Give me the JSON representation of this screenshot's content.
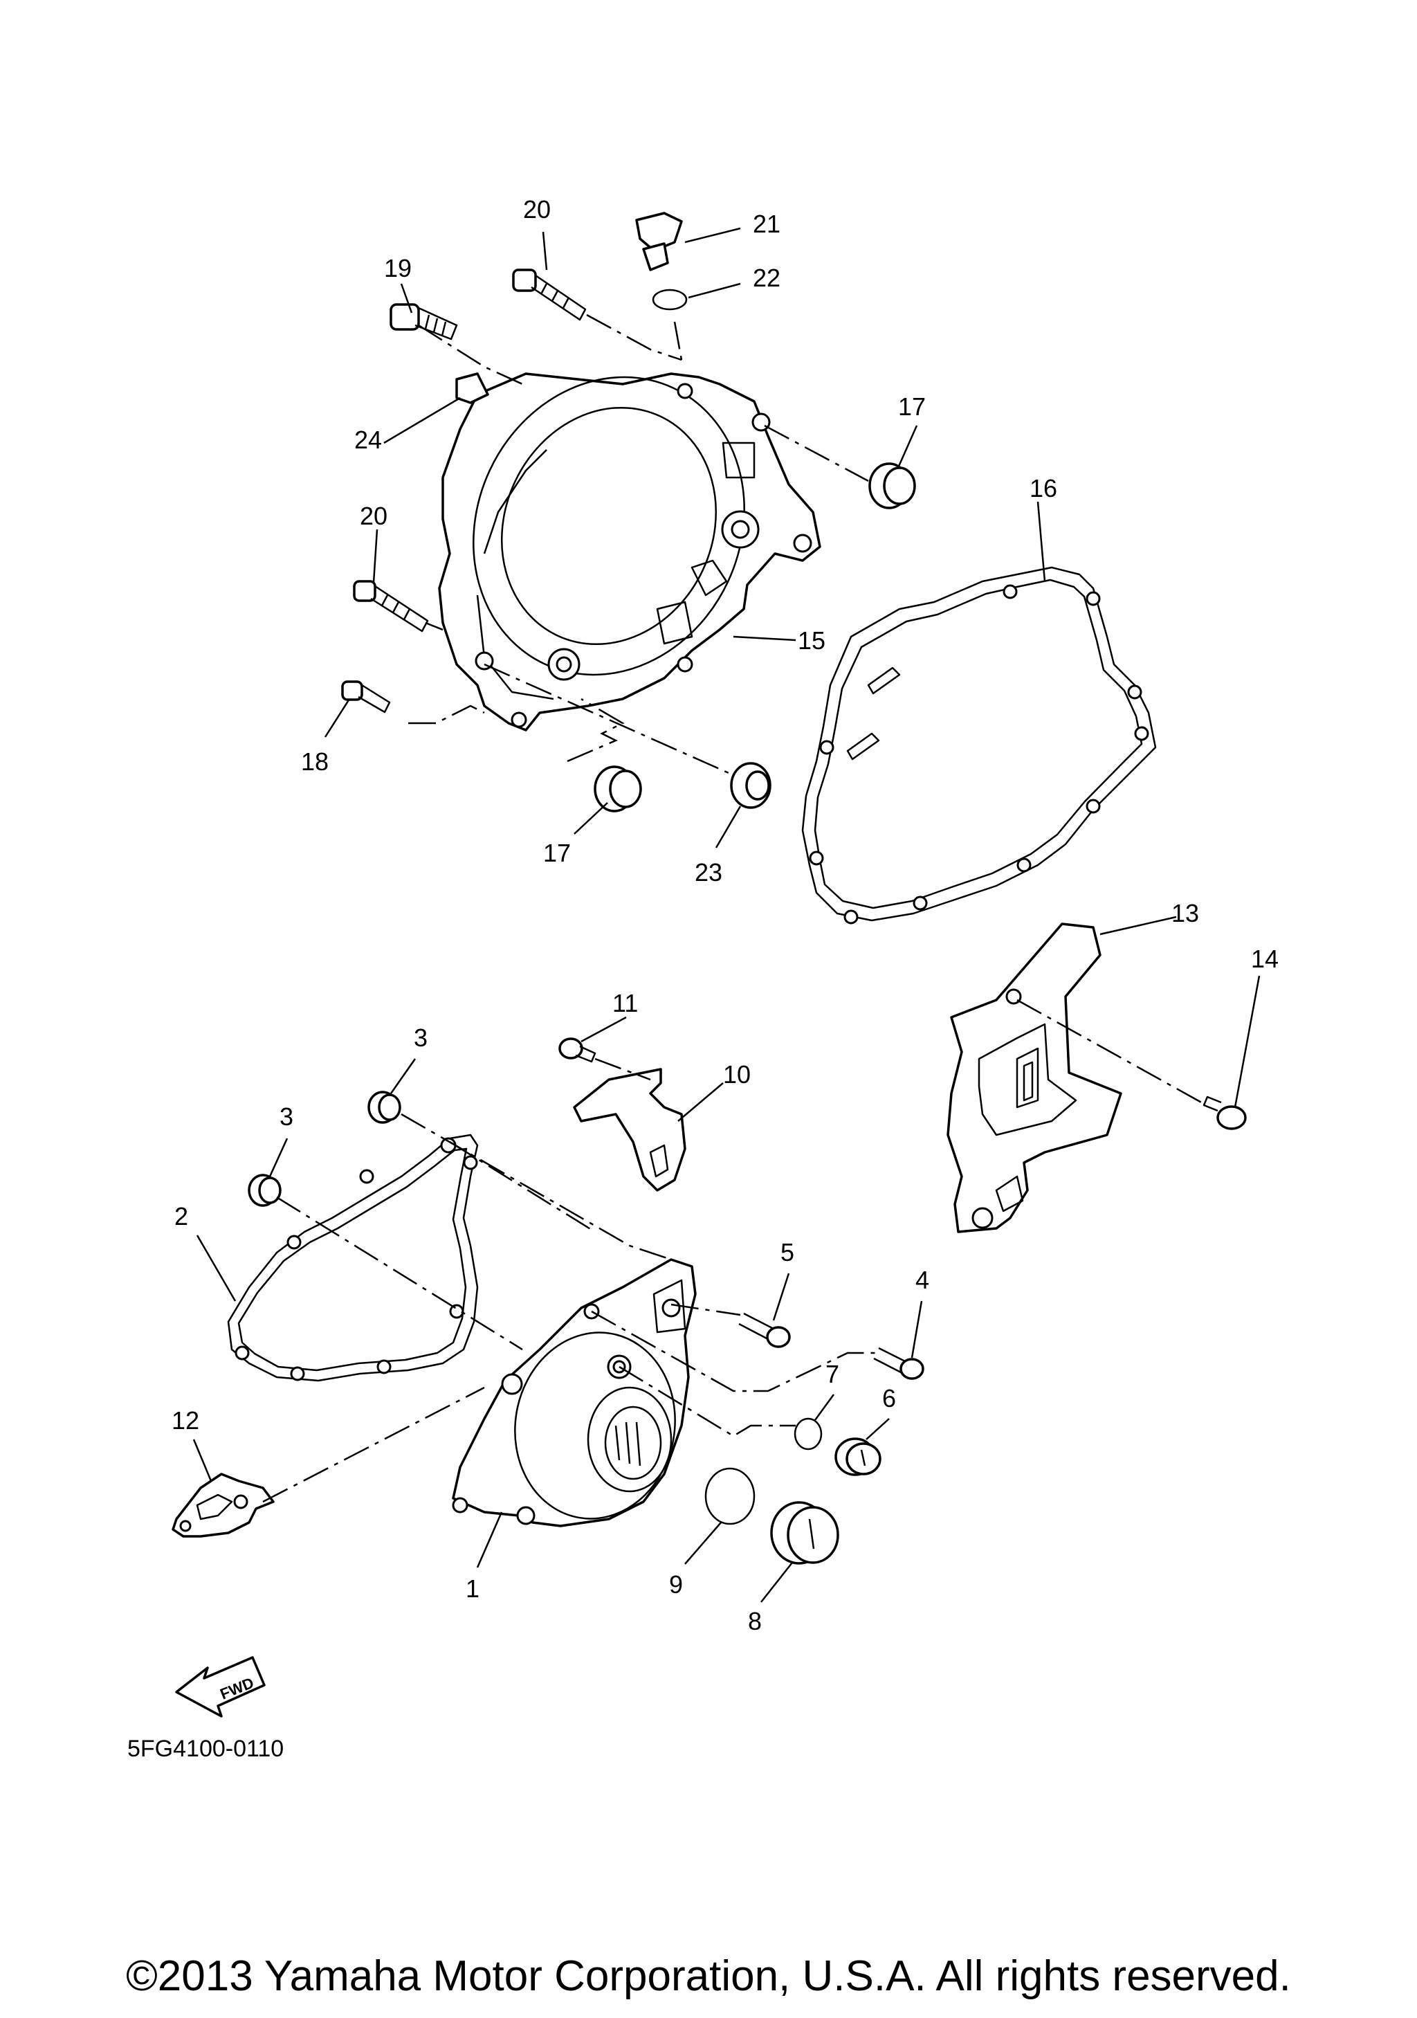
{
  "callouts": [
    {
      "id": "1",
      "text": "1"
    },
    {
      "id": "2",
      "text": "2"
    },
    {
      "id": "3a",
      "text": "3"
    },
    {
      "id": "3b",
      "text": "3"
    },
    {
      "id": "4",
      "text": "4"
    },
    {
      "id": "5",
      "text": "5"
    },
    {
      "id": "6",
      "text": "6"
    },
    {
      "id": "7",
      "text": "7"
    },
    {
      "id": "8",
      "text": "8"
    },
    {
      "id": "9",
      "text": "9"
    },
    {
      "id": "10",
      "text": "10"
    },
    {
      "id": "11",
      "text": "11"
    },
    {
      "id": "12",
      "text": "12"
    },
    {
      "id": "13",
      "text": "13"
    },
    {
      "id": "14",
      "text": "14"
    },
    {
      "id": "15",
      "text": "15"
    },
    {
      "id": "16",
      "text": "16"
    },
    {
      "id": "17a",
      "text": "17"
    },
    {
      "id": "17b",
      "text": "17"
    },
    {
      "id": "18",
      "text": "18"
    },
    {
      "id": "19",
      "text": "19"
    },
    {
      "id": "20a",
      "text": "20"
    },
    {
      "id": "20b",
      "text": "20"
    },
    {
      "id": "21",
      "text": "21"
    },
    {
      "id": "22",
      "text": "22"
    },
    {
      "id": "23",
      "text": "23"
    },
    {
      "id": "24",
      "text": "24"
    }
  ],
  "fwd_badge": "FWD",
  "diagram_code": "5FG4100-0110",
  "copyright": "©2013 Yamaha Motor Corporation, U.S.A. All rights reserved."
}
